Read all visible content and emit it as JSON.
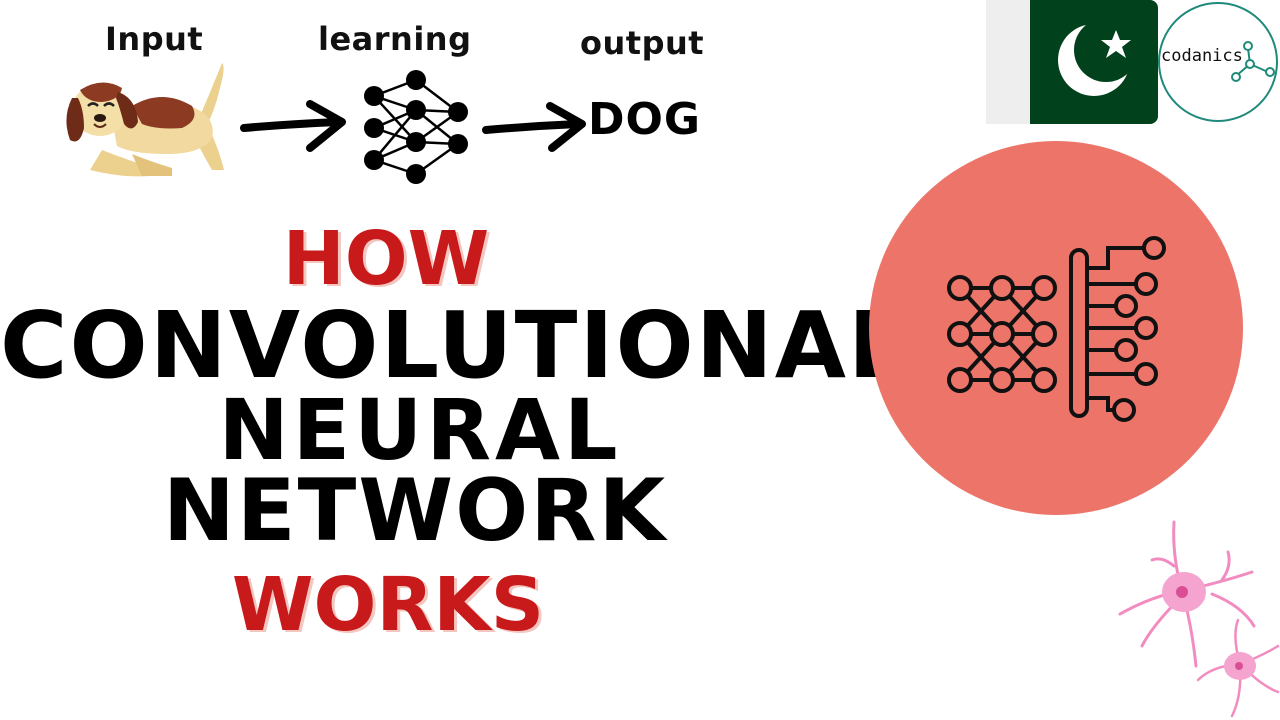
{
  "diagram": {
    "input_label": "Input",
    "learning_label": "learning",
    "output_label": "output",
    "output_value": "DOG"
  },
  "title": {
    "line1": "HOW",
    "line2": "CONVOLUTIONAL",
    "line3": "NEURAL",
    "line4": "NETWORK",
    "line5": "WORKS"
  },
  "brand": {
    "logo_text": "codanics"
  },
  "colors": {
    "accent_red": "#c8191b",
    "circle": "#ec7468",
    "flag_green": "#01411c",
    "logo_ring": "#1f8a7a"
  },
  "icons": [
    "dog-illustration",
    "arrow-right-icon",
    "neural-network-icon",
    "pakistan-flag-icon",
    "codanics-logo",
    "neural-network-circle-icon",
    "neuron-cell-icon"
  ]
}
